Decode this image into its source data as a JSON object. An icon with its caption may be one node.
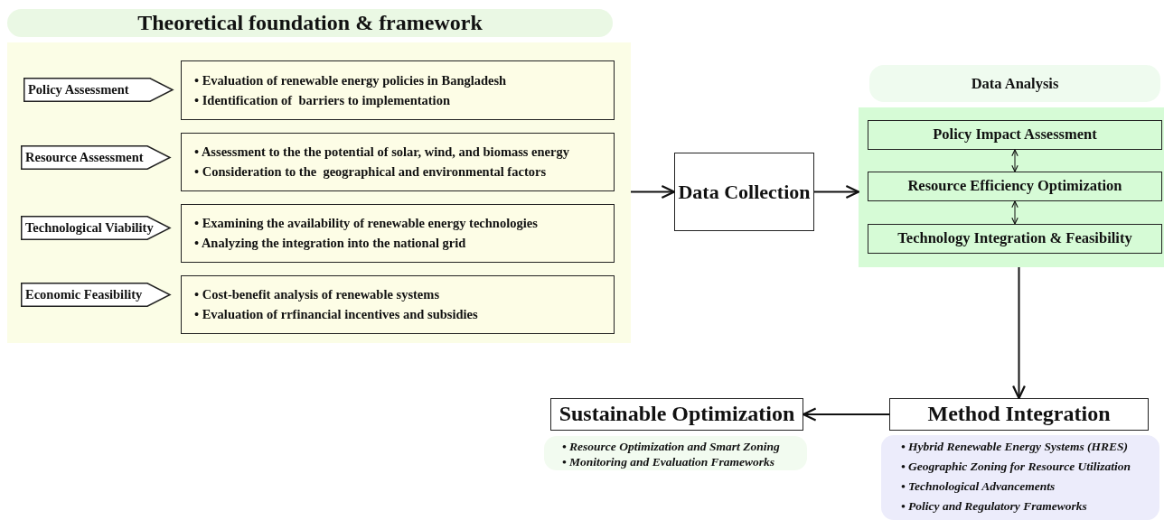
{
  "diagram": {
    "nodes": [
      {
        "text": [
          "Theoretical foundation & framework"
        ]
      },
      {
        "text": [
          "Policy Assessment"
        ],
        "in": 0
      },
      {
        "text": [
          "• Evaluation of renewable energy policies in Bangladesh",
          "• Identification of  barriers to implementation"
        ],
        "in": 0
      },
      {
        "text": [
          "Resource Assessment"
        ],
        "in": 0
      },
      {
        "text": [
          "• Assessment to the the potential of solar, wind, and biomass energy",
          "• Consideration to the  geographical and environmental factors"
        ],
        "in": 0
      },
      {
        "text": [
          "Technological Viability"
        ],
        "in": 0
      },
      {
        "text": [
          "• Examining the availability of renewable energy technologies",
          "• Analyzing the integration into the national grid"
        ],
        "in": 0
      },
      {
        "text": [
          "Economic Feasibility"
        ],
        "in": 0
      },
      {
        "text": [
          "• Cost-benefit analysis of renewable systems",
          "• Evaluation of rrfinancial incentives and subsidies"
        ],
        "in": 0
      },
      {
        "text": [
          "Data Collection"
        ]
      },
      {
        "text": [
          "Data Analysis"
        ]
      },
      {
        "text": [
          "Policy Impact Assessment"
        ],
        "in": 10
      },
      {
        "text": [
          "Resource Efficiency Optimization"
        ],
        "in": 10
      },
      {
        "text": [
          "Technology Integration & Feasibility"
        ],
        "in": 10
      },
      {
        "text": [
          "Sustainable Optimization"
        ]
      },
      {
        "text": [
          "• Resource Optimization and Smart Zoning",
          "• Monitoring and Evaluation Frameworks"
        ]
      },
      {
        "text": [
          "Method Integration"
        ]
      },
      {
        "text": [
          "• Hybrid Renewable Energy Systems (HRES)",
          "• Geographic Zoning for Resource Utilization",
          "• Technological Advancements",
          "• Policy and Regulatory Frameworks"
        ]
      }
    ],
    "edges": [
      {
        "from": 0,
        "to": 9,
        "arrow": "to"
      },
      {
        "from": 9,
        "to": 10,
        "arrow": "to"
      },
      {
        "from": 11,
        "to": 12,
        "arrow": "both"
      },
      {
        "from": 12,
        "to": 13,
        "arrow": "both"
      },
      {
        "from": 10,
        "to": 16,
        "arrow": "to"
      },
      {
        "from": 16,
        "to": 14,
        "arrow": "to"
      }
    ]
  }
}
